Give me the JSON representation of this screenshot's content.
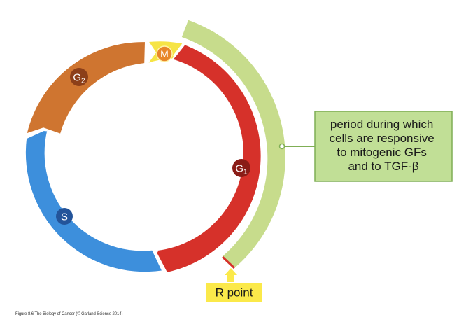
{
  "phases": {
    "m": {
      "label": "M",
      "color": "#f6e445",
      "badge_color": "#e8862a"
    },
    "g1": {
      "label": "G",
      "sub": "1",
      "color": "#d6312a",
      "badge_color": "#8a1c17"
    },
    "s": {
      "label": "S",
      "color": "#3d8fdc",
      "badge_color": "#23549a"
    },
    "g2": {
      "label": "G",
      "sub": "2",
      "color": "#cf7530",
      "badge_color": "#8c3f19"
    }
  },
  "responsive_window": {
    "color": "#c7dc8c",
    "text_lines": [
      "period during which",
      "cells are responsive",
      "to mitogenic GFs",
      "and to TGF-β"
    ],
    "box_color": "#c1df96",
    "box_border": "#7fae55"
  },
  "r_point": {
    "label": "R point",
    "color": "#fbe94a",
    "marker_color": "#d6312a"
  },
  "caption": "Figure 8.6  The Biology of Cancer (© Garland Science 2014)"
}
